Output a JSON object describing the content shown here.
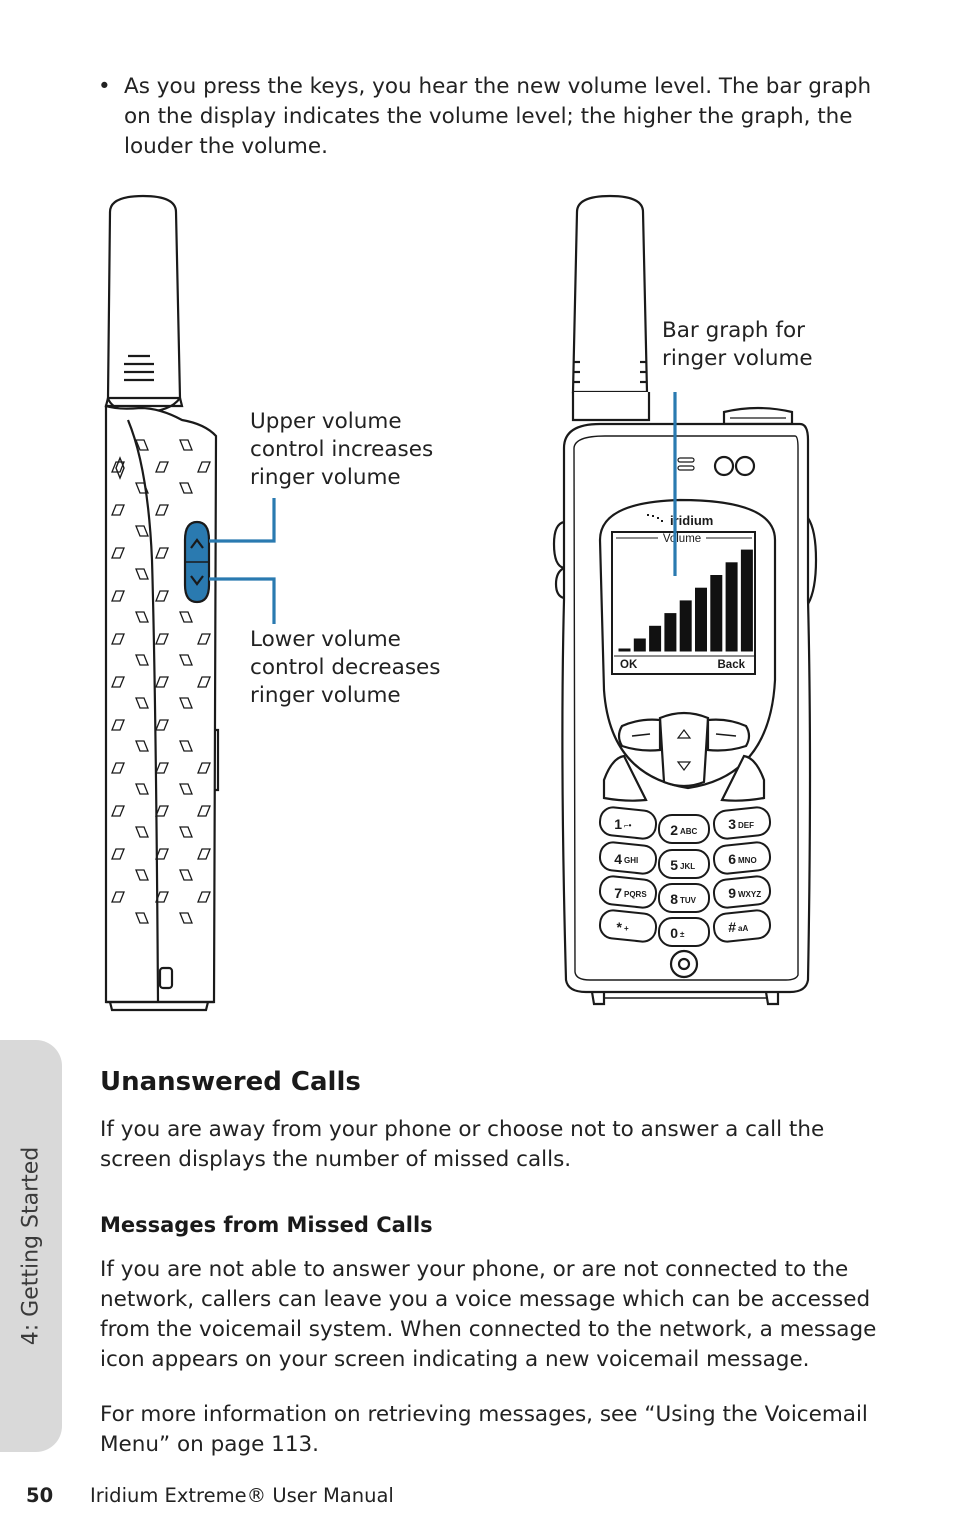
{
  "bullet": {
    "marker": "•",
    "text": "As you press the keys, you hear the new volume level. The bar graph on the display indicates the volume level; the higher the graph, the louder the volume."
  },
  "figure": {
    "callout_upper": "Upper volume\ncontrol increases\nringer volume",
    "callout_lower": "Lower volume\ncontrol decreases\nringer volume",
    "callout_bargraph": "Bar graph for\nringer volume",
    "brand": "iridium",
    "screen_title": "Volume",
    "softkey_left": "OK",
    "softkey_right": "Back",
    "volume_level": 8,
    "volume_max": 8,
    "keys": [
      {
        "num": "1",
        "sub": "⌐•"
      },
      {
        "num": "2",
        "sub": "ABC"
      },
      {
        "num": "3",
        "sub": "DEF"
      },
      {
        "num": "4",
        "sub": "GHI"
      },
      {
        "num": "5",
        "sub": "JKL"
      },
      {
        "num": "6",
        "sub": "MNO"
      },
      {
        "num": "7",
        "sub": "PQRS"
      },
      {
        "num": "8",
        "sub": "TUV"
      },
      {
        "num": "9",
        "sub": "WXYZ"
      },
      {
        "num": "*",
        "sub": "+"
      },
      {
        "num": "0",
        "sub": "±"
      },
      {
        "num": "#",
        "sub": "aA"
      }
    ],
    "accent_color": "#2a7ab0"
  },
  "sidebar_tab": "4: Getting Started",
  "section": {
    "title": "Unanswered Calls",
    "para1": "If you are away from your phone or choose not to answer a call the screen displays the number of missed calls.",
    "subtitle": "Messages from Missed Calls",
    "para2": "If you are not able to answer your phone, or are not connected to the network, callers can leave you a voice message which can be accessed from the voicemail system. When connected to the network, a message icon appears on your screen indicating a new voicemail message.",
    "para3": "For more information on retrieving messages, see “Using the Voicemail Menu” on page 113."
  },
  "footer": {
    "page_number": "50",
    "manual_title": "Iridium Extreme® User Manual"
  }
}
